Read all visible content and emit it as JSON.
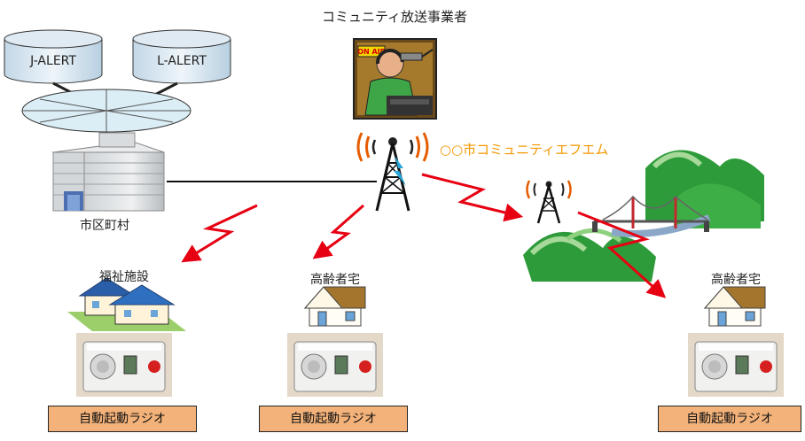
{
  "title": "コミュニティ放送事業者",
  "alerts": {
    "j_alert": "J-ALERT",
    "l_alert": "L-ALERT"
  },
  "municipality": "市区町村",
  "station": "○○市コミュニティエフエム",
  "on_air": "ON AIR",
  "receivers": [
    {
      "place": "福祉施設",
      "device": "自動起動ラジオ"
    },
    {
      "place": "高齢者宅",
      "device": "自動起動ラジオ"
    },
    {
      "place": "高齢者宅",
      "device": "自動起動ラジオ"
    }
  ],
  "colors": {
    "signal": "#e60012",
    "station_label": "#f39800",
    "radio_box": "#f3b27a",
    "mountain": "#2e9b3a"
  }
}
